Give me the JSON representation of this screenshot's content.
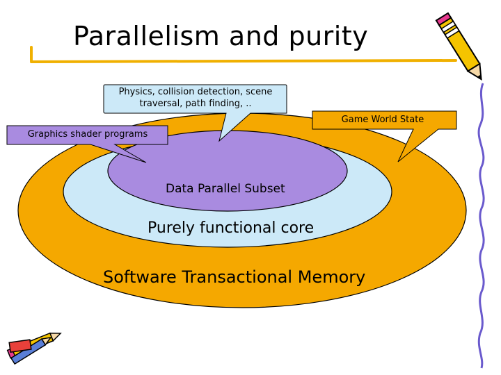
{
  "slide": {
    "title": "Parallelism and purity"
  },
  "layers": {
    "outer": "Software Transactional Memory",
    "middle": "Purely functional core",
    "inner": "Data Parallel Subset"
  },
  "callouts": {
    "physics": [
      "Physics, collision detection, scene",
      "traversal, path finding, .."
    ],
    "game_world_state": "Game World State",
    "graphics_shader": "Graphics shader programs"
  },
  "colors": {
    "outer_ellipse": "#F5A800",
    "middle_ellipse": "#CCE9F8",
    "inner_ellipse": "#A98BE0",
    "callout_physics": "#CCE9F8",
    "callout_game_world": "#F5A800",
    "callout_graphics": "#A98BE0",
    "underline_accent": "#F0B000",
    "right_border_accent": "#6A5ACD"
  },
  "icons": [
    "pencil-icon",
    "pencils-clipart-icon"
  ]
}
